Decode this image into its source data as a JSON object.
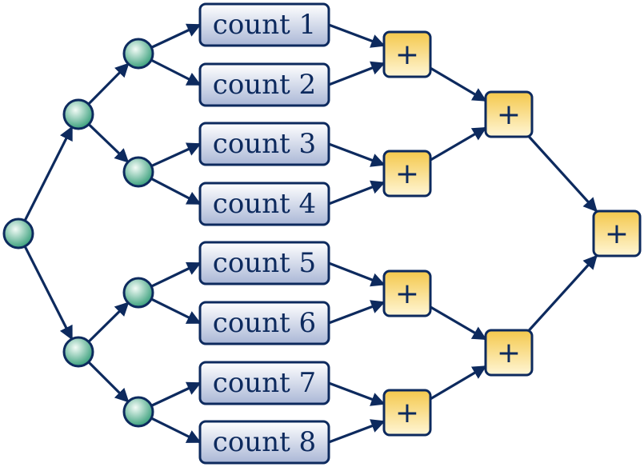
{
  "diagram": {
    "counters": [
      "count 1",
      "count 2",
      "count 3",
      "count 4",
      "count 5",
      "count 6",
      "count 7",
      "count 8"
    ],
    "adder_symbol": "+",
    "colors": {
      "stroke": "#0d2a5e",
      "split_node_fill": "#2e9a74",
      "count_box_fill": "#aab7d6",
      "adder_fill": "#f4c84c",
      "text": "#0d2a5e"
    }
  }
}
